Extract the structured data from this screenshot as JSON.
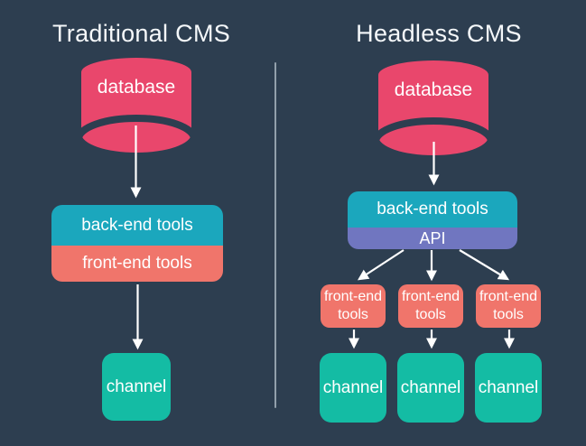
{
  "diagram": {
    "left": {
      "title": "Traditional CMS",
      "database_label": "database",
      "backend_label": "back-end tools",
      "frontend_label": "front-end tools",
      "channel_label": "channel"
    },
    "right": {
      "title": "Headless CMS",
      "database_label": "database",
      "backend_label": "back-end tools",
      "api_label": "API",
      "frontend_labels": [
        "front-end tools",
        "front-end tools",
        "front-end tools"
      ],
      "channel_labels": [
        "channel",
        "channel",
        "channel"
      ]
    }
  },
  "colors": {
    "background": "#2d3e50",
    "pink": "#e9476c",
    "teal": "#1ba7bd",
    "salmon": "#f0756b",
    "purple": "#7076c0",
    "green": "#14bca4",
    "divider": "#a5b1bc",
    "arrow": "#ffffff",
    "title_text": "#f5f8fa",
    "label_text": "#ffffff"
  }
}
